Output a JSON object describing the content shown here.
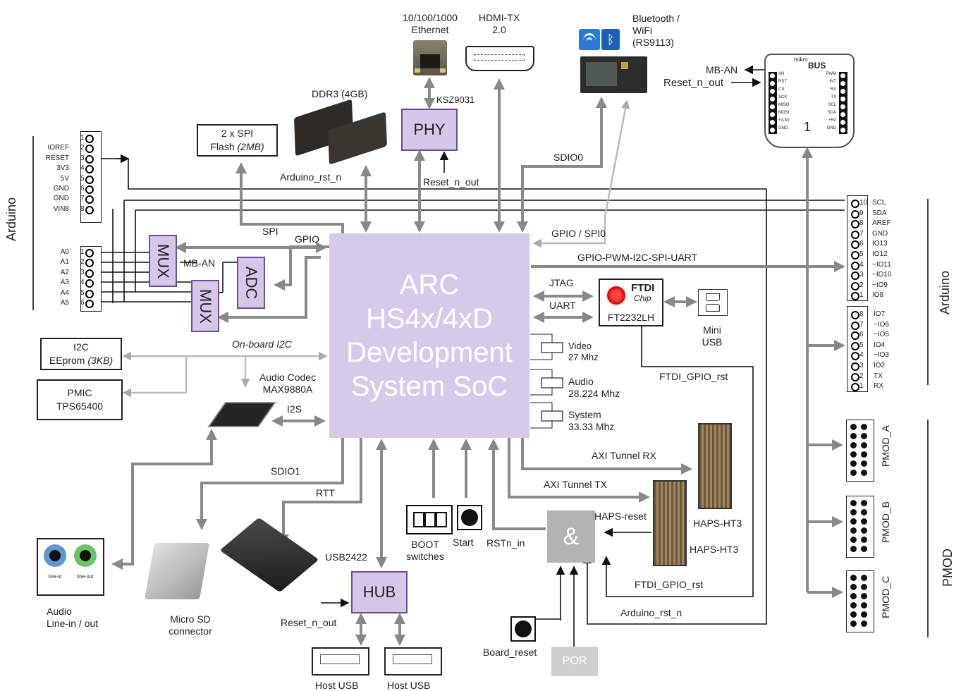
{
  "soc": {
    "line1": "ARC",
    "line2": "HS4x/4xD",
    "line3": "Development",
    "line4": "System SoC"
  },
  "blocks": {
    "phy": "PHY",
    "hub": "HUB",
    "mux": "MUX",
    "adc": "ADC",
    "and_gate": "&",
    "por": "POR",
    "ftdi_chip": "FT2232LH",
    "ftdi_logo_top": "FTDI",
    "ftdi_logo_bottom": "Chip",
    "spi_flash_line1": "2 x SPI",
    "spi_flash_line2": "Flash ",
    "spi_flash_size": "(2MB)",
    "eeprom_line1": "I2C",
    "eeprom_line2": "EEprom ",
    "eeprom_size": "(3KB)",
    "pmic_line1": "PMIC",
    "pmic_line2": "TPS65400"
  },
  "labels": {
    "ethernet_1": "10/100/1000",
    "ethernet_2": "Ethernet",
    "hdmi_1": "HDMI-TX",
    "hdmi_2": "2.0",
    "bt_1": "Bluetooth /",
    "bt_2": "WiFi",
    "bt_3": "(RS9113)",
    "ddr": "DDR3 (4GB)",
    "ksz": "KSZ9031",
    "arduino_rst": "Arduino_rst_n",
    "reset_n_out": "Reset_n_out",
    "sdio0": "SDIO0",
    "spi": "SPI",
    "gpio": "GPIO",
    "gpio_spi0": "GPIO  / SPI0",
    "mb_an": "MB-AN",
    "gpio_pwm": "GPIO-PWM-I2C-SPI-UART",
    "jtag": "JTAG",
    "uart": "UART",
    "mini_usb_1": "Mini",
    "mini_usb_2": "USB",
    "ftdi_gpio_rst": "FTDI_GPIO_rst",
    "video_1": "Video",
    "video_2": "27 Mhz",
    "audio_1": "Audio",
    "audio_2": "28.224 Mhz",
    "system_1": "System",
    "system_2": "33.33 Mhz",
    "onboard_i2c": "On-board I2C",
    "codec_1": "Audio Codec",
    "codec_2": "MAX9880A",
    "i2s": "I2S",
    "sdio1": "SDIO1",
    "rtt": "RTT",
    "axi_rx": "AXI  Tunnel RX",
    "axi_tx": "AXI  Tunnel TX",
    "haps_reset": "HAPS-reset",
    "haps_ht3_a": "HAPS-HT3",
    "haps_ht3_b": "HAPS-HT3",
    "rstn_in": "RSTn_in",
    "start": "Start",
    "boot_1": "BOOT",
    "boot_2": "switches",
    "usb2422": "USB2422",
    "host_usb_1": "Host USB",
    "host_usb_2": "Host USB",
    "micro_sd_1": "Micro SD",
    "micro_sd_2": "connector",
    "audio_io_1": "Audio",
    "audio_io_2": "Line-in / out",
    "board_reset": "Board_reset",
    "mb_an_right": "MB-AN",
    "reset_n_out_right": "Reset_n_out",
    "line_in": "line-in",
    "line_out": "line-out"
  },
  "side_labels": {
    "arduino_left": "Arduino",
    "arduino_right": "Arduino",
    "pmod": "PMOD"
  },
  "pmod_labels": [
    "PMOD_A",
    "PMOD_B",
    "PMOD_C"
  ],
  "arduino_power_pins": [
    {
      "num": "1",
      "name": ""
    },
    {
      "num": "2",
      "name": "IOREF"
    },
    {
      "num": "3",
      "name": "RESET"
    },
    {
      "num": "4",
      "name": "3V3"
    },
    {
      "num": "5",
      "name": "5V"
    },
    {
      "num": "6",
      "name": "GND"
    },
    {
      "num": "7",
      "name": "GND"
    },
    {
      "num": "8",
      "name": "VIN8"
    }
  ],
  "arduino_analog_pins": [
    {
      "num": "1",
      "name": "A0"
    },
    {
      "num": "2",
      "name": "A1"
    },
    {
      "num": "3",
      "name": "A2"
    },
    {
      "num": "4",
      "name": "A3"
    },
    {
      "num": "5",
      "name": "A4"
    },
    {
      "num": "6",
      "name": "A5"
    }
  ],
  "arduino_digital_high": [
    {
      "num": "10",
      "name": "SCL"
    },
    {
      "num": "9",
      "name": "SDA"
    },
    {
      "num": "8",
      "name": "AREF"
    },
    {
      "num": "7",
      "name": "GND"
    },
    {
      "num": "6",
      "name": "IO13"
    },
    {
      "num": "5",
      "name": "IO12"
    },
    {
      "num": "4",
      "name": "~IO11"
    },
    {
      "num": "3",
      "name": "~IO10"
    },
    {
      "num": "2",
      "name": "~IO9"
    },
    {
      "num": "1",
      "name": "IO8"
    }
  ],
  "arduino_digital_low": [
    {
      "num": "8",
      "name": "IO7"
    },
    {
      "num": "7",
      "name": "~IO6"
    },
    {
      "num": "6",
      "name": "~IO5"
    },
    {
      "num": "5",
      "name": "IO4"
    },
    {
      "num": "4",
      "name": "~IO3"
    },
    {
      "num": "3",
      "name": "IO2"
    },
    {
      "num": "2",
      "name": "TX"
    },
    {
      "num": "1",
      "name": "RX"
    }
  ],
  "mikrobus": {
    "brand_top": "mikro",
    "brand": "BUS",
    "slot": "1",
    "left": [
      "AN",
      "RST",
      "CS",
      "SCK",
      "MISO",
      "MOSI",
      "+3.3V",
      "GND"
    ],
    "right": [
      "PWM",
      "INT",
      "RX",
      "TX",
      "SCL",
      "SDA",
      "+5V",
      "GND"
    ]
  },
  "colors": {
    "soc_fill": "#d6caea",
    "block_fill": "#d5c6ea",
    "block_border": "#6a4f93",
    "wire": "#8a8a8a",
    "i2c_wire": "#b0b0b0",
    "gate_fill": "#b3b3b3",
    "por_fill": "#cfcfcf"
  }
}
